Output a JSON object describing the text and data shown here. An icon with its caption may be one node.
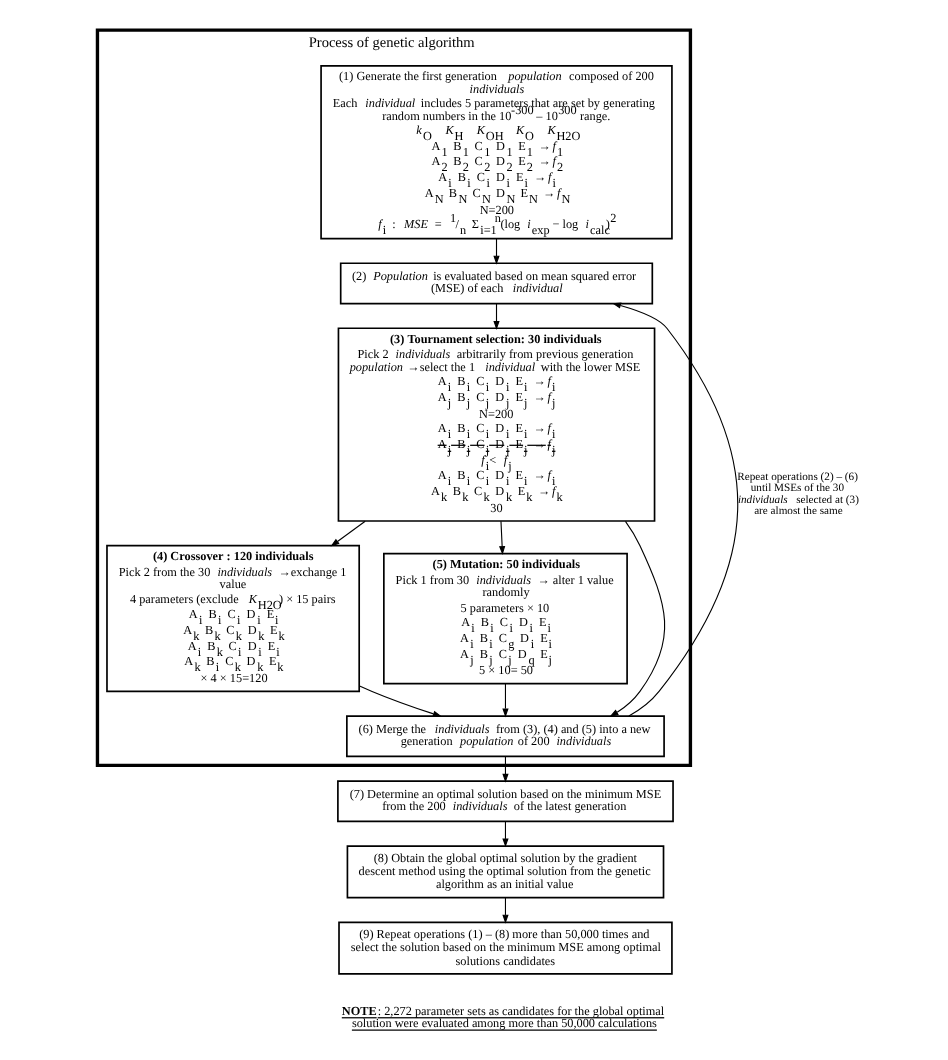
{
  "diagram": {
    "nodes": [
      {
        "text": [
          "Process of genetic algorithm"
        ]
      },
      {
        "text": [
          "(1) Generate the first generation *population*  composed of 200 *individuals*",
          "Each *individual* includes 5 parameters that are set by generating random numbers in the 10$^{-300}$ – 10$^{300}$ range.",
          "*k*$_{O}$  *K*$_{H}$  *K*$_{OH}$  *K*$_{O}$  *K*$_{H2O}$",
          "A$_{1}$ B$_{1}$ C$_{1}$ D$_{1}$ E$_{1}$ →*f*$_{1}$",
          "A$_{2}$ B$_{2}$ C$_{2}$ D$_{2}$ E$_{2}$ →*f*$_{2}$",
          "A$_{i}$ B$_{i}$ C$_{i}$ D$_{i}$ E$_{i}$ →*f*$_{i}$",
          "A$_{N}$ B$_{N}$ C$_{N}$ D$_{N}$ E$_{N}$ →*f*$_{N}$",
          "N=200",
          "*f*$_{i}$ : *MSE* = $^{1}$/$_{n}$ Σ$_{i=1}$$^{n}$(log *i*$_{exp}$ − log *i*$_{calc}$)$^{2}$"
        ],
        "in": 0
      },
      {
        "text": [
          "(2) *Population* is evaluated based on mean squared error (MSE) of each *individual*"
        ],
        "in": 0
      },
      {
        "text": [
          "**(3) Tournament selection: 30 individuals**",
          "Pick 2 *individuals* arbitrarily from previous generation *population* →select the 1 *individual* with the lower MSE",
          "A$_{i}$ B$_{i}$ C$_{i}$ D$_{i}$ E$_{i}$ →*f*$_{i}$",
          "A$_{j}$ B$_{j}$ C$_{j}$ D$_{j}$ E$_{j}$ →*f*$_{j}$",
          "N=200",
          "A$_{i}$ B$_{i}$ C$_{i}$ D$_{i}$ E$_{i}$ →*f*$_{i}$",
          "A$_{j}$ B$_{j}$ C$_{j}$ D$_{j}$ E$_{j}$ →*f*$_{j}$",
          "*f*$_{i}$< *f*$_{j}$",
          "A$_{i}$ B$_{i}$ C$_{i}$ D$_{i}$ E$_{i}$ →*f*$_{i}$",
          "A$_{k}$ B$_{k}$ C$_{k}$ D$_{k}$ E$_{k}$ →*f*$_{k}$",
          "30"
        ],
        "in": 0
      },
      {
        "text": [
          "**(4) Crossover : 120 individuals**",
          "Pick 2 from the 30 *individuals* →exchange 1 value",
          "4 parameters (exclude *K*$_{H2O}$) × 15 pairs",
          "A$_{i}$ B$_{i}$ C$_{i}$ D$_{i}$ E$_{i}$",
          "A$_{k}$ B$_{k}$ C$_{k}$ D$_{k}$ E$_{k}$",
          "A$_{i}$ B$_{k}$ C$_{i}$ D$_{i}$ E$_{i}$",
          "A$_{k}$ B$_{i}$ C$_{k}$ D$_{k}$ E$_{k}$",
          "× 4 × 15=120"
        ],
        "in": 0
      },
      {
        "text": [
          "**(5) Mutation: 50 individuals**",
          "Pick 1 from 30 *individuals* → alter 1 value randomly",
          "5 parameters × 10",
          "A$_{i}$ B$_{i}$ C$_{i}$ D$_{i}$ E$_{i}$",
          "A$_{i}$ B$_{i}$ C$_{g}$ D$_{i}$ E$_{i}$",
          "A$_{j}$ B$_{j}$ C$_{j}$ D$_{q}$ E$_{j}$",
          "5 × 10= 50"
        ],
        "in": 0
      },
      {
        "text": [
          "(6) Merge the *individuals* from (3), (4) and (5) into a new generation *population* of 200 *individuals*"
        ],
        "in": 0
      },
      {
        "text": [
          "(7) Determine an optimal solution based on the minimum MSE from the 200 *individuals* of the latest generation"
        ]
      },
      {
        "text": [
          "(8) Obtain the global optimal solution by the gradient descent method using the optimal solution from the genetic algorithm as an initial value"
        ]
      },
      {
        "text": [
          "(9) Repeat operations (1) – (8) more than 50,000 times and select the solution based on the minimum MSE among optimal solutions candidates"
        ]
      }
    ],
    "edges": [
      {
        "from": 1,
        "to": 2,
        "arrow": "to"
      },
      {
        "from": 2,
        "to": 3,
        "arrow": "to"
      },
      {
        "from": 3,
        "to": 4,
        "arrow": "to"
      },
      {
        "from": 3,
        "to": 5,
        "arrow": "to"
      },
      {
        "from": 3,
        "to": 6,
        "arrow": "to"
      },
      {
        "from": 4,
        "to": 6,
        "arrow": "to"
      },
      {
        "from": 5,
        "to": 6,
        "arrow": "to"
      },
      {
        "from": 6,
        "to": 2,
        "arrow": "to",
        "label": "Repeat operations (2) – (6) until MSEs of the 30 *individuals* selected at (3) are almost the same"
      },
      {
        "from": 6,
        "to": 7,
        "arrow": "to"
      },
      {
        "from": 7,
        "to": 8,
        "arrow": "to"
      },
      {
        "from": 8,
        "to": 9,
        "arrow": "to"
      }
    ],
    "labels": [
      "**NOTE**: 2,272 parameter sets as candidates for the global optimal solution were evaluated among more than 50,000 calculations"
    ]
  }
}
